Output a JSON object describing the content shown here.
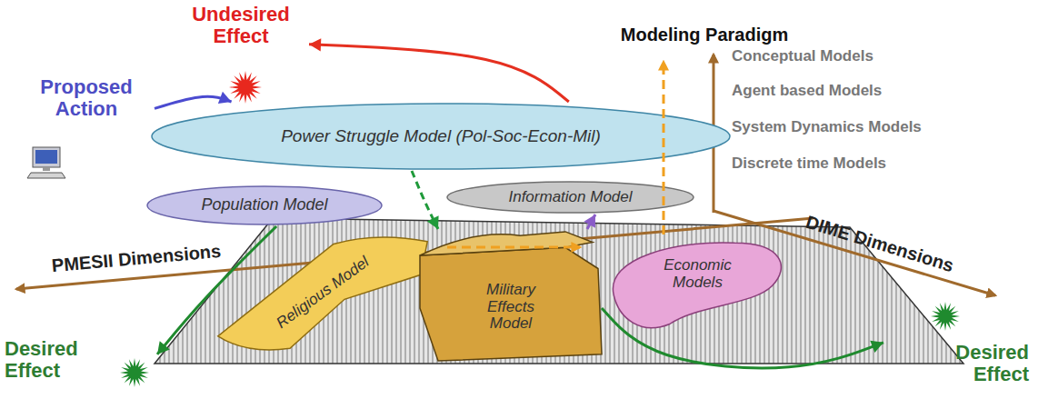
{
  "diagram": {
    "nodes": [
      {
        "text": [
          "Undesired Effect"
        ]
      },
      {
        "text": [
          "Proposed Action"
        ]
      },
      {
        "text": [
          "Power Struggle Model (Pol-Soc-Econ-Mil)"
        ]
      },
      {
        "text": [
          "Population Model"
        ]
      },
      {
        "text": [
          "Information Model"
        ]
      },
      {
        "text": [
          "Religious Model"
        ]
      },
      {
        "text": [
          "Military Effects Model"
        ]
      },
      {
        "text": [
          "Economic Models"
        ]
      },
      {
        "text": [
          "Desired Effect"
        ]
      },
      {
        "text": [
          "Desired Effect"
        ]
      }
    ],
    "edges": [
      {
        "from": 1,
        "to": 2,
        "arrow": "to"
      },
      {
        "from": 2,
        "to": 0,
        "arrow": "to"
      },
      {
        "from": 2,
        "to": 6,
        "arrow": "to"
      },
      {
        "from": 3,
        "to": 8,
        "arrow": "to"
      },
      {
        "from": 6,
        "to": 9,
        "arrow": "to"
      },
      {
        "from": 6,
        "to": 4,
        "arrow": "to"
      }
    ],
    "labels": [
      "Modeling Paradigm",
      "Conceptual Models",
      "Agent based Models",
      "System Dynamics Models",
      "Discrete time Models",
      "PMESII Dimensions",
      "DIME Dimensions"
    ]
  }
}
